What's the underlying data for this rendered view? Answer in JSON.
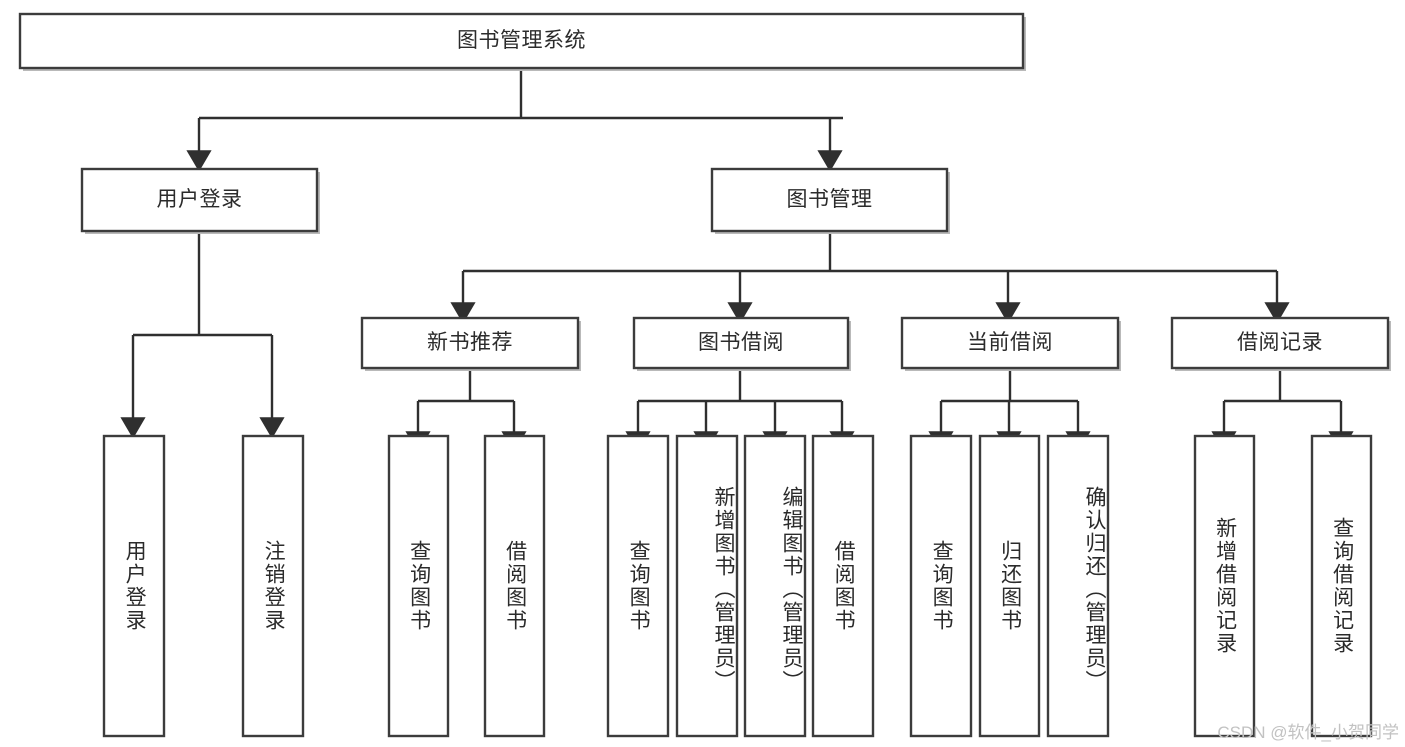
{
  "diagram": {
    "type": "tree",
    "title": "图书管理系统",
    "watermark": "CSDN @软件_小贺同学",
    "colors": {
      "box_border": "#3c3c3c",
      "box_fill": "#ffffff",
      "connector": "#2f2f2f",
      "text": "#2b2b2b",
      "watermark": "#c2c2c2",
      "background": "#ffffff"
    },
    "nodes": {
      "root": {
        "label": "图书管理系统"
      },
      "level2": [
        {
          "id": "user-login",
          "label": "用户登录"
        },
        {
          "id": "book-manage",
          "label": "图书管理"
        }
      ],
      "level3": [
        {
          "id": "new-book-recommend",
          "label": "新书推荐",
          "parent": "book-manage"
        },
        {
          "id": "book-borrow",
          "label": "图书借阅",
          "parent": "book-manage"
        },
        {
          "id": "current-borrow",
          "label": "当前借阅",
          "parent": "book-manage"
        },
        {
          "id": "borrow-record",
          "label": "借阅记录",
          "parent": "book-manage"
        }
      ],
      "leaves": [
        {
          "id": "leaf-user-login",
          "label": "用户登录",
          "parent": "user-login"
        },
        {
          "id": "leaf-user-logout",
          "label": "注销登录",
          "parent": "user-login"
        },
        {
          "id": "leaf-query-book-1",
          "label": "查询图书",
          "parent": "new-book-recommend"
        },
        {
          "id": "leaf-borrow-book-1",
          "label": "借阅图书",
          "parent": "new-book-recommend"
        },
        {
          "id": "leaf-query-book-2",
          "label": "查询图书",
          "parent": "book-borrow"
        },
        {
          "id": "leaf-add-book",
          "label": "新增图书（管理员）",
          "parent": "book-borrow"
        },
        {
          "id": "leaf-edit-book",
          "label": "编辑图书（管理员）",
          "parent": "book-borrow"
        },
        {
          "id": "leaf-borrow-book-2",
          "label": "借阅图书",
          "parent": "book-borrow"
        },
        {
          "id": "leaf-query-book-3",
          "label": "查询图书",
          "parent": "current-borrow"
        },
        {
          "id": "leaf-return-book",
          "label": "归还图书",
          "parent": "current-borrow"
        },
        {
          "id": "leaf-confirm-return",
          "label": "确认归还（管理员）",
          "parent": "current-borrow"
        },
        {
          "id": "leaf-add-record",
          "label": "新增借阅记录",
          "parent": "borrow-record"
        },
        {
          "id": "leaf-query-record",
          "label": "查询借阅记录",
          "parent": "borrow-record"
        }
      ]
    }
  }
}
